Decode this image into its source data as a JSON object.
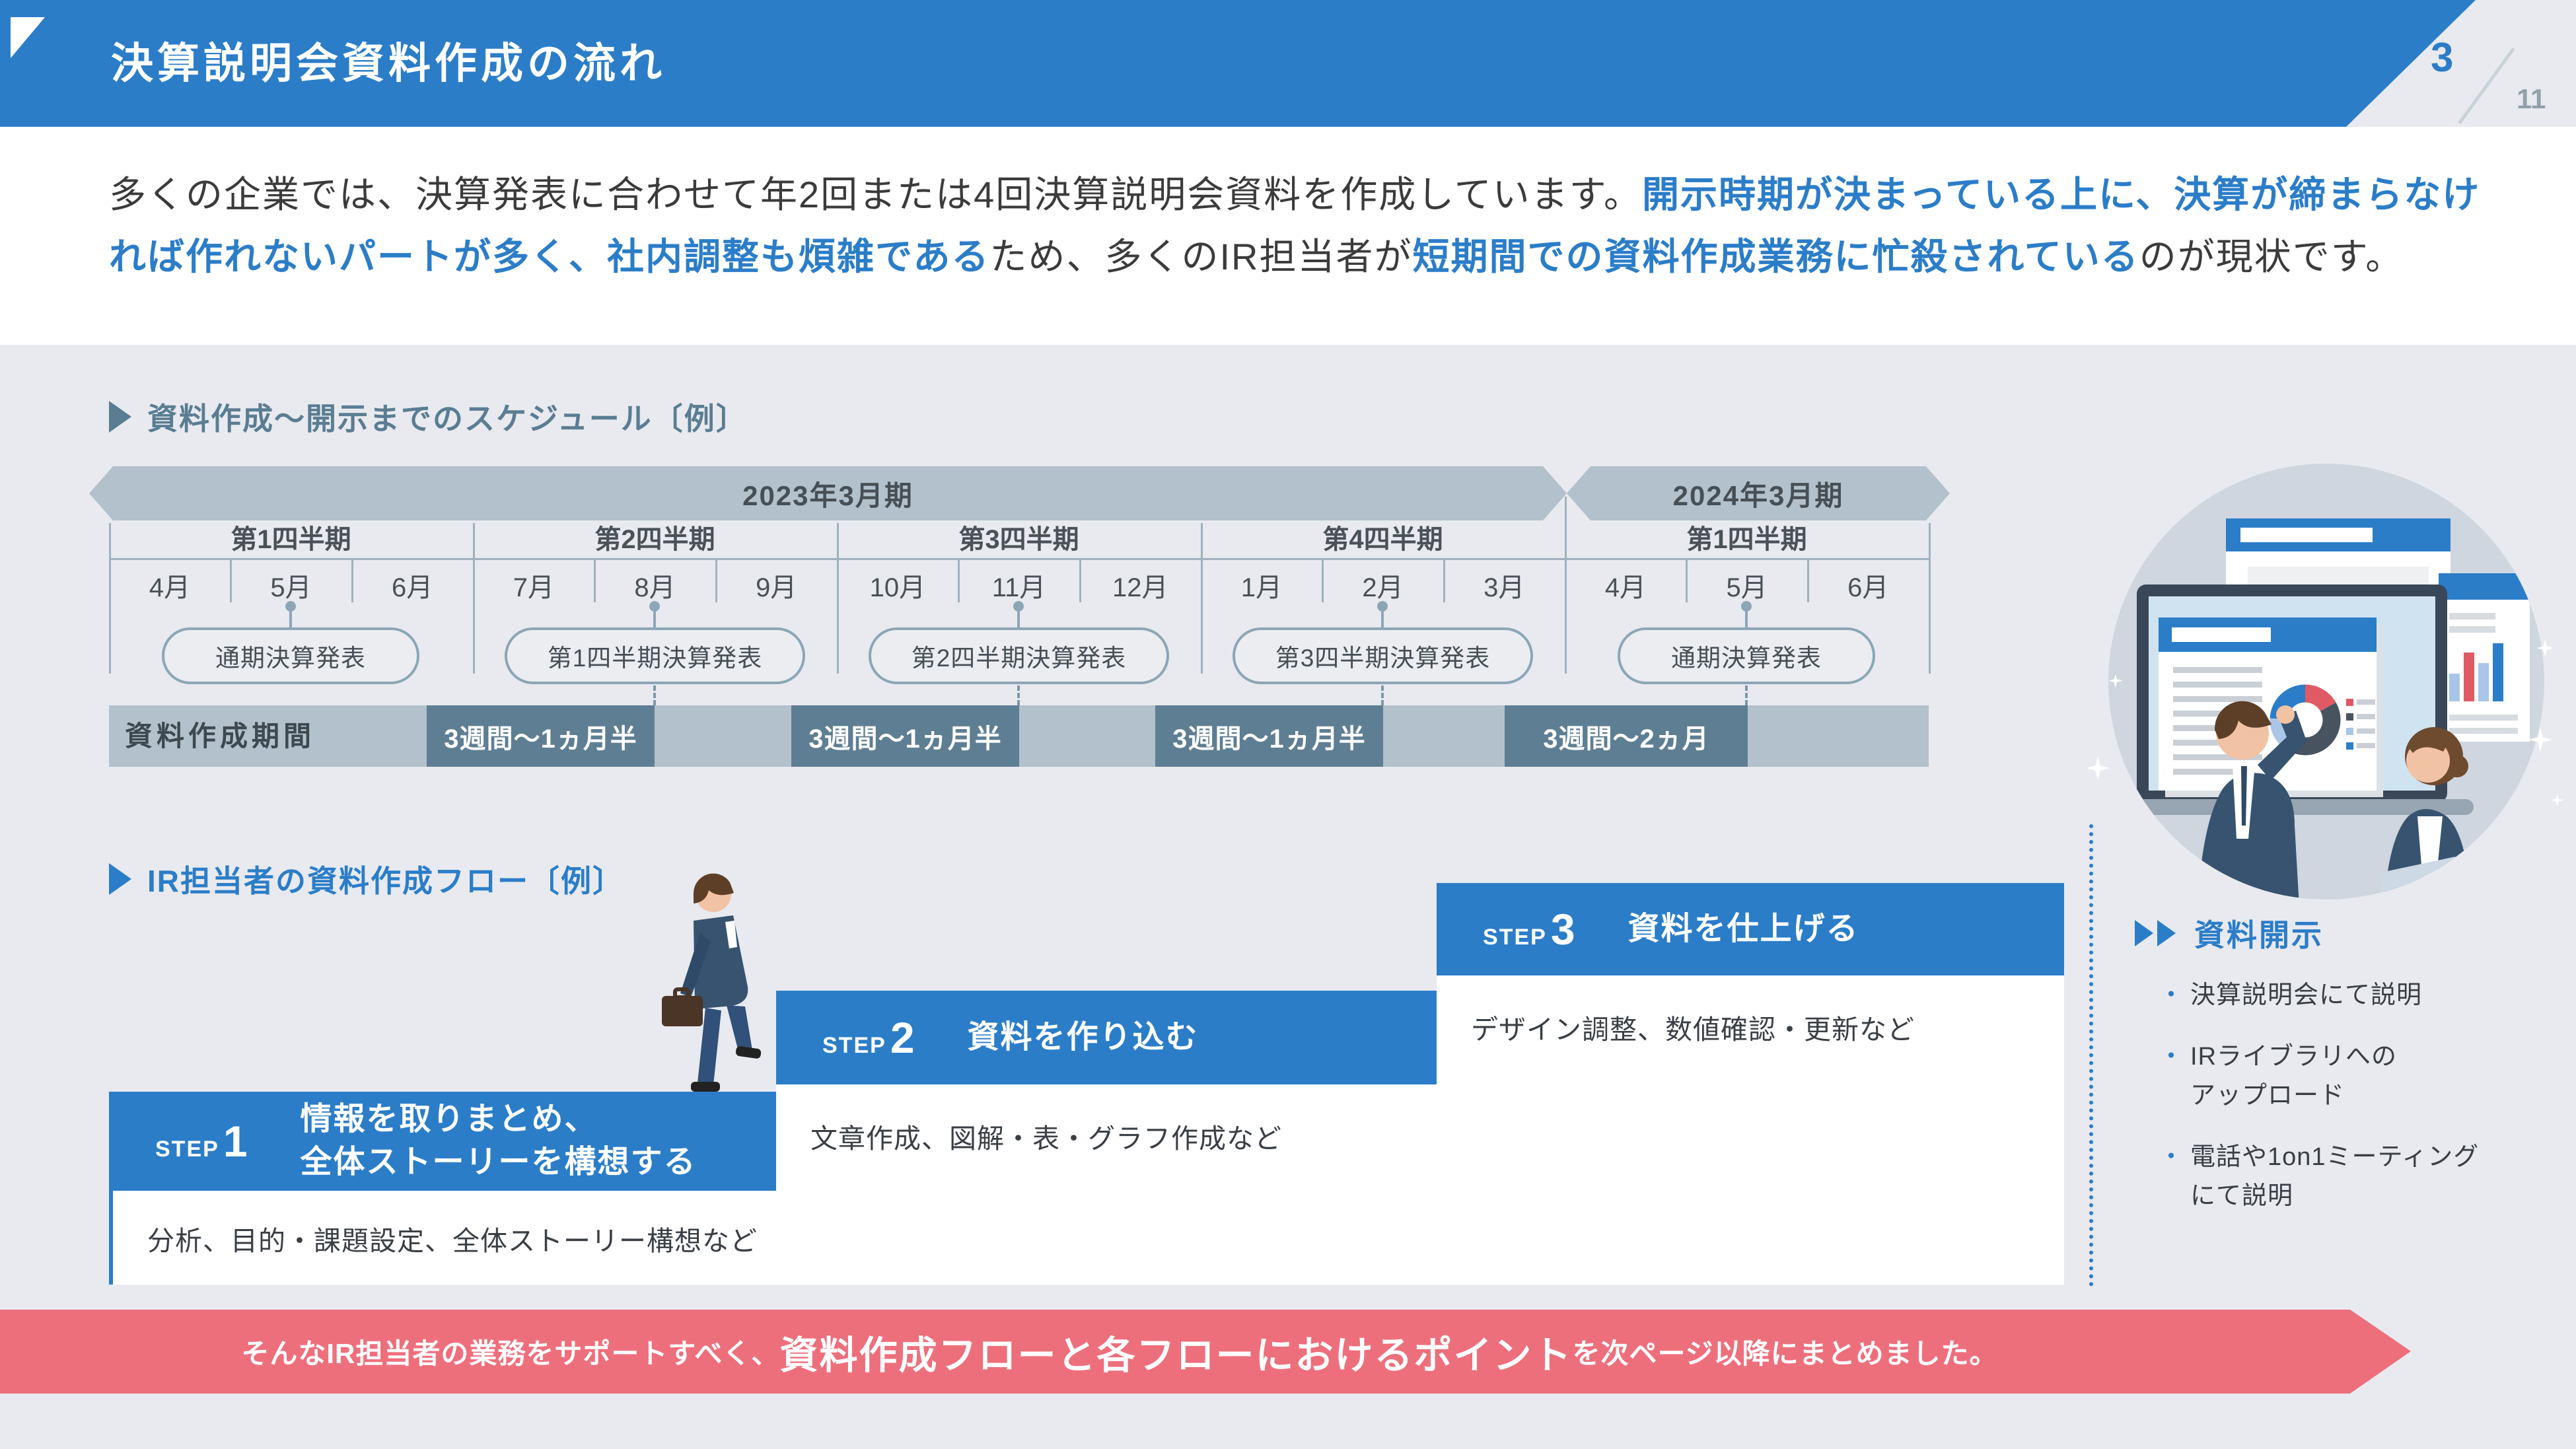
{
  "colors": {
    "accent_blue": "#2b7dc8",
    "slate": "#5a7d92",
    "band_gray": "#b2c1cb",
    "segment_dark": "#5e7e93",
    "pink": "#ee6f7c",
    "bg_gray": "#e8eaef",
    "text_dark": "#3b3b3b"
  },
  "header": {
    "title": "決算説明会資料作成の流れ",
    "page_current": "3",
    "page_total": "11"
  },
  "intro": {
    "l1s1": "多くの企業では、決算発表に合わせて年2回または4回決算説明会資料を作成しています。",
    "l1s2": "開示時期が決まっている上に、決算が締まら",
    "l2s1": "なければ作れないパートが多く、社内調整も煩雑である",
    "l2s2": "ため、多くのIR担当者が",
    "l2s3": "短期間での資料作成業務に忙殺されている",
    "l2s4": "のが現状です。"
  },
  "schedule": {
    "title": "資料作成～開示までのスケジュール〔例〕",
    "fiscal_years": [
      "2023年3月期",
      "2024年3月期"
    ],
    "quarters": [
      "第1四半期",
      "第2四半期",
      "第3四半期",
      "第4四半期",
      "第1四半期"
    ],
    "months": [
      "4月",
      "5月",
      "6月",
      "7月",
      "8月",
      "9月",
      "10月",
      "11月",
      "12月",
      "1月",
      "2月",
      "3月",
      "4月",
      "5月",
      "6月"
    ],
    "announcements": [
      "通期決算発表",
      "第1四半期決算発表",
      "第2四半期決算発表",
      "第3四半期決算発表",
      "通期決算発表"
    ],
    "period_label": "資料作成期間",
    "periods": [
      "3週間～1ヵ月半",
      "3週間～1ヵ月半",
      "3週間～1ヵ月半",
      "3週間～2ヵ月"
    ]
  },
  "flow": {
    "title": "IR担当者の資料作成フロー〔例〕",
    "steps": [
      {
        "word": "STEP",
        "num": "1",
        "title1": "情報を取りまとめ、",
        "title2": "全体ストーリーを構想する",
        "desc": "分析、目的・課題設定、全体ストーリー構想など"
      },
      {
        "word": "STEP",
        "num": "2",
        "title1": "資料を作り込む",
        "title2": "",
        "desc": "文章作成、図解・表・グラフ作成など"
      },
      {
        "word": "STEP",
        "num": "3",
        "title1": "資料を仕上げる",
        "title2": "",
        "desc": "デザイン調整、数値確認・更新など"
      }
    ]
  },
  "disclosure": {
    "title": "資料開示",
    "items": [
      "決算説明会にて説明",
      "IRライブラリへの\nアップロード",
      "電話や1on1ミーティング\nにて説明"
    ]
  },
  "banner": {
    "pre": "そんなIR担当者の業務をサポートすべく、",
    "em": "資料作成フローと各フローにおけるポイント",
    "post": "を次ページ以降にまとめました。"
  }
}
